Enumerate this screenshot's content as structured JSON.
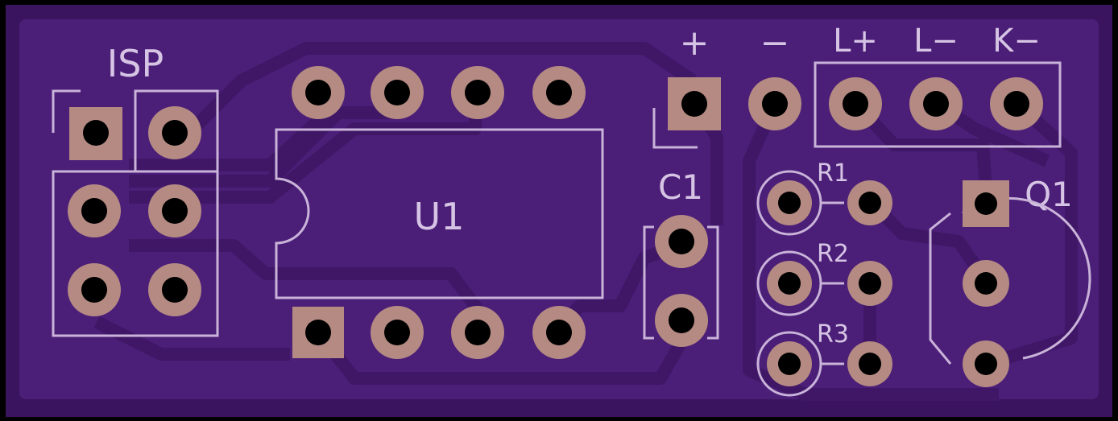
{
  "board": {
    "colors": {
      "outline": "#000000",
      "substrate": "#3a145e",
      "copper_fill": "#4b1e78",
      "trace": "#451b6c",
      "silkscreen": "#c9b3d9",
      "pad": "#b48a82",
      "drill": "#000000"
    }
  },
  "labels": {
    "isp": "ISP",
    "u1": "U1",
    "c1": "C1",
    "r1": "R1",
    "r2": "R2",
    "r3": "R3",
    "q1": "Q1",
    "plus": "+",
    "minus": "−",
    "l_plus": "L+",
    "l_minus": "L−",
    "k_minus": "K−"
  }
}
